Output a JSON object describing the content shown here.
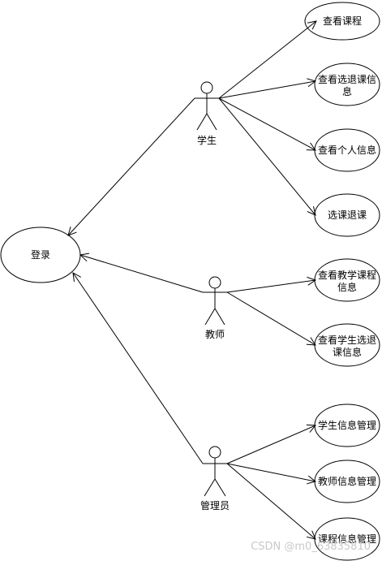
{
  "login": "登录",
  "actors": {
    "student": "学生",
    "teacher": "教师",
    "admin": "管理员"
  },
  "usecases": {
    "view_courses": "查看课程",
    "view_drop_l1": "查看选退课信",
    "view_drop_l2": "息",
    "view_personal": "查看个人信息",
    "select_drop": "选课退课",
    "teach_l1": "查看教学课程",
    "teach_l2": "信息",
    "stu_drop_l1": "查看学生选退",
    "stu_drop_l2": "课信息",
    "student_mgmt": "学生信息管理",
    "teacher_mgmt": "教师信息管理",
    "course_mgmt": "课程信息管理"
  },
  "watermark": "CSDN @m0_63835810"
}
